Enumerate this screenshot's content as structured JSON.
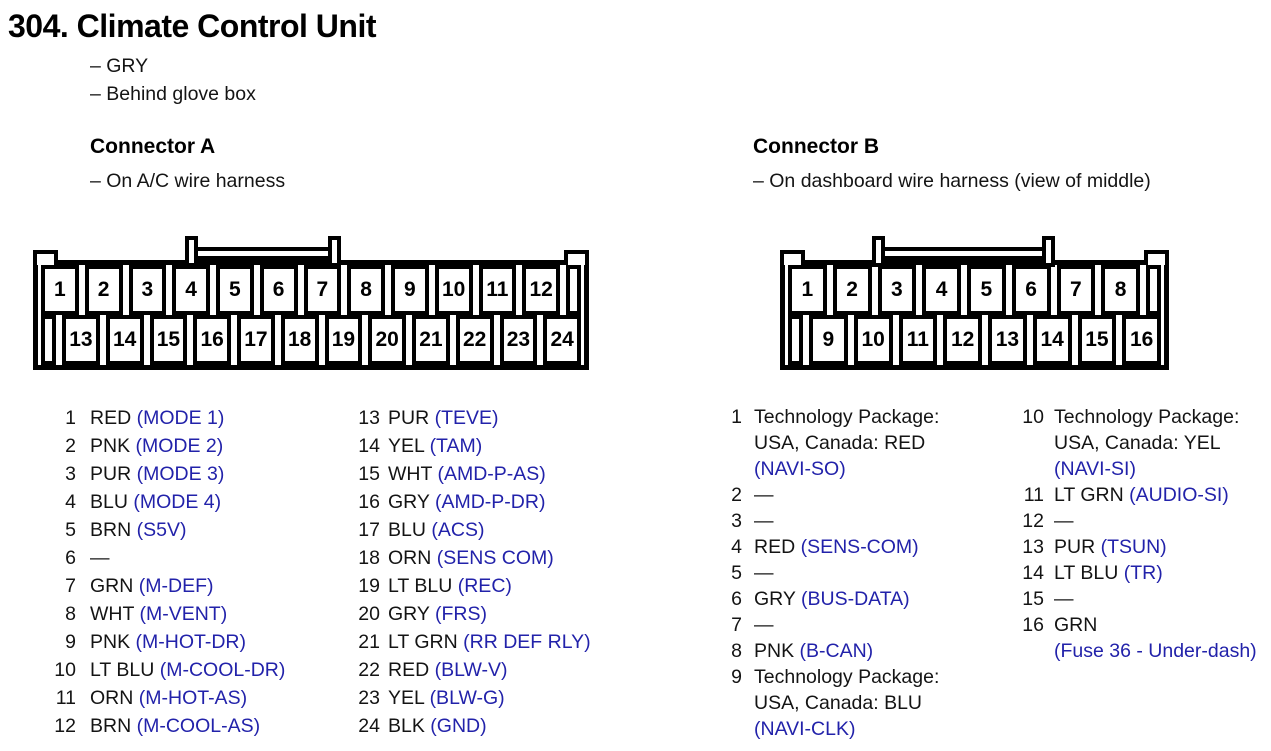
{
  "page": {
    "title": "304. Climate Control Unit",
    "bullets": [
      "– GRY",
      "– Behind glove box"
    ]
  },
  "colors": {
    "signal_blue": "#2222aa",
    "text_black": "#141414"
  },
  "connectorA": {
    "heading": "Connector A",
    "subtitle": "– On A/C wire harness",
    "diagram": {
      "rows": [
        {
          "blank": "right",
          "cells": [
            "1",
            "2",
            "3",
            "4",
            "5",
            "6",
            "7",
            "8",
            "9",
            "10",
            "11",
            "12"
          ]
        },
        {
          "blank": "left",
          "cells": [
            "13",
            "14",
            "15",
            "16",
            "17",
            "18",
            "19",
            "20",
            "21",
            "22",
            "23",
            "24"
          ]
        }
      ]
    },
    "columns": [
      [
        {
          "num": "1",
          "lines": [
            [
              [
                "RED ",
                "k"
              ],
              [
                "(MODE 1)",
                "b"
              ]
            ]
          ]
        },
        {
          "num": "2",
          "lines": [
            [
              [
                "PNK ",
                "k"
              ],
              [
                "(MODE 2)",
                "b"
              ]
            ]
          ]
        },
        {
          "num": "3",
          "lines": [
            [
              [
                "PUR ",
                "k"
              ],
              [
                "(MODE 3)",
                "b"
              ]
            ]
          ]
        },
        {
          "num": "4",
          "lines": [
            [
              [
                "BLU ",
                "k"
              ],
              [
                "(MODE 4)",
                "b"
              ]
            ]
          ]
        },
        {
          "num": "5",
          "lines": [
            [
              [
                "BRN ",
                "k"
              ],
              [
                "(S5V)",
                "b"
              ]
            ]
          ]
        },
        {
          "num": "6",
          "lines": [
            [
              [
                "—",
                "k"
              ]
            ]
          ]
        },
        {
          "num": "7",
          "lines": [
            [
              [
                "GRN ",
                "k"
              ],
              [
                "(M-DEF)",
                "b"
              ]
            ]
          ]
        },
        {
          "num": "8",
          "lines": [
            [
              [
                "WHT ",
                "k"
              ],
              [
                "(M-VENT)",
                "b"
              ]
            ]
          ]
        },
        {
          "num": "9",
          "lines": [
            [
              [
                "PNK ",
                "k"
              ],
              [
                "(M-HOT-DR)",
                "b"
              ]
            ]
          ]
        },
        {
          "num": "10",
          "lines": [
            [
              [
                "LT BLU ",
                "k"
              ],
              [
                "(M-COOL-DR)",
                "b"
              ]
            ]
          ]
        },
        {
          "num": "11",
          "lines": [
            [
              [
                "ORN ",
                "k"
              ],
              [
                "(M-HOT-AS)",
                "b"
              ]
            ]
          ]
        },
        {
          "num": "12",
          "lines": [
            [
              [
                "BRN ",
                "k"
              ],
              [
                "(M-COOL-AS)",
                "b"
              ]
            ]
          ]
        }
      ],
      [
        {
          "num": "13",
          "lines": [
            [
              [
                "PUR ",
                "k"
              ],
              [
                "(TEVE)",
                "b"
              ]
            ]
          ]
        },
        {
          "num": "14",
          "lines": [
            [
              [
                "YEL ",
                "k"
              ],
              [
                "(TAM)",
                "b"
              ]
            ]
          ]
        },
        {
          "num": "15",
          "lines": [
            [
              [
                "WHT ",
                "k"
              ],
              [
                "(AMD-P-AS)",
                "b"
              ]
            ]
          ]
        },
        {
          "num": "16",
          "lines": [
            [
              [
                "GRY ",
                "k"
              ],
              [
                "(AMD-P-DR)",
                "b"
              ]
            ]
          ]
        },
        {
          "num": "17",
          "lines": [
            [
              [
                "BLU ",
                "k"
              ],
              [
                "(ACS)",
                "b"
              ]
            ]
          ]
        },
        {
          "num": "18",
          "lines": [
            [
              [
                "ORN ",
                "k"
              ],
              [
                "(SENS COM)",
                "b"
              ]
            ]
          ]
        },
        {
          "num": "19",
          "lines": [
            [
              [
                "LT BLU ",
                "k"
              ],
              [
                "(REC)",
                "b"
              ]
            ]
          ]
        },
        {
          "num": "20",
          "lines": [
            [
              [
                "GRY ",
                "k"
              ],
              [
                "(FRS)",
                "b"
              ]
            ]
          ]
        },
        {
          "num": "21",
          "lines": [
            [
              [
                "LT GRN ",
                "k"
              ],
              [
                "(RR DEF RLY)",
                "b"
              ]
            ]
          ]
        },
        {
          "num": "22",
          "lines": [
            [
              [
                "RED ",
                "k"
              ],
              [
                "(BLW-V)",
                "b"
              ]
            ]
          ]
        },
        {
          "num": "23",
          "lines": [
            [
              [
                "YEL ",
                "k"
              ],
              [
                "(BLW-G)",
                "b"
              ]
            ]
          ]
        },
        {
          "num": "24",
          "lines": [
            [
              [
                "BLK ",
                "k"
              ],
              [
                "(GND)",
                "b"
              ]
            ]
          ]
        }
      ]
    ]
  },
  "connectorB": {
    "heading": "Connector B",
    "subtitle": "– On dashboard wire harness (view of middle)",
    "diagram": {
      "rows": [
        {
          "blank": "right",
          "cells": [
            "1",
            "2",
            "3",
            "4",
            "5",
            "6",
            "7",
            "8"
          ]
        },
        {
          "blank": "left",
          "cells": [
            "9",
            "10",
            "11",
            "12",
            "13",
            "14",
            "15",
            "16"
          ]
        }
      ]
    },
    "columns": [
      [
        {
          "num": "1",
          "lines": [
            [
              [
                "Technology Package:",
                "k"
              ]
            ],
            [
              [
                "USA, Canada: RED",
                "k"
              ]
            ],
            [
              [
                "(NAVI-SO)",
                "b"
              ]
            ]
          ]
        },
        {
          "num": "2",
          "lines": [
            [
              [
                "—",
                "k"
              ]
            ]
          ]
        },
        {
          "num": "3",
          "lines": [
            [
              [
                "—",
                "k"
              ]
            ]
          ]
        },
        {
          "num": "4",
          "lines": [
            [
              [
                "RED ",
                "k"
              ],
              [
                "(SENS-COM)",
                "b"
              ]
            ]
          ]
        },
        {
          "num": "5",
          "lines": [
            [
              [
                "—",
                "k"
              ]
            ]
          ]
        },
        {
          "num": "6",
          "lines": [
            [
              [
                "GRY ",
                "k"
              ],
              [
                "(BUS-DATA)",
                "b"
              ]
            ]
          ]
        },
        {
          "num": "7",
          "lines": [
            [
              [
                "—",
                "k"
              ]
            ]
          ]
        },
        {
          "num": "8",
          "lines": [
            [
              [
                "PNK ",
                "k"
              ],
              [
                "(B-CAN)",
                "b"
              ]
            ]
          ]
        },
        {
          "num": "9",
          "lines": [
            [
              [
                "Technology Package:",
                "k"
              ]
            ],
            [
              [
                "USA, Canada: BLU",
                "k"
              ]
            ],
            [
              [
                "(NAVI-CLK)",
                "b"
              ]
            ]
          ]
        }
      ],
      [
        {
          "num": "10",
          "lines": [
            [
              [
                "Technology Package:",
                "k"
              ]
            ],
            [
              [
                "USA, Canada: YEL",
                "k"
              ]
            ],
            [
              [
                "(NAVI-SI)",
                "b"
              ]
            ]
          ]
        },
        {
          "num": "11",
          "lines": [
            [
              [
                "LT GRN ",
                "k"
              ],
              [
                "(AUDIO-SI)",
                "b"
              ]
            ]
          ]
        },
        {
          "num": "12",
          "lines": [
            [
              [
                "—",
                "k"
              ]
            ]
          ]
        },
        {
          "num": "13",
          "lines": [
            [
              [
                "PUR ",
                "k"
              ],
              [
                "(TSUN)",
                "b"
              ]
            ]
          ]
        },
        {
          "num": "14",
          "lines": [
            [
              [
                "LT BLU ",
                "k"
              ],
              [
                "(TR)",
                "b"
              ]
            ]
          ]
        },
        {
          "num": "15",
          "lines": [
            [
              [
                "—",
                "k"
              ]
            ]
          ]
        },
        {
          "num": "16",
          "lines": [
            [
              [
                "GRN",
                "k"
              ]
            ],
            [
              [
                "(Fuse 36 - Under-dash)",
                "b"
              ]
            ]
          ]
        }
      ]
    ]
  }
}
